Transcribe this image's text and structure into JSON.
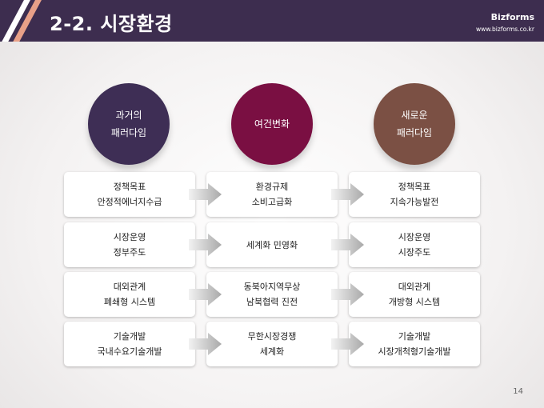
{
  "header": {
    "title": "2-2. 시장환경",
    "brand": "Bizforms",
    "site": "www.bizforms.co.kr"
  },
  "circles": [
    {
      "line1": "과거의",
      "line2": "패러다임",
      "color": "#3e2e55"
    },
    {
      "line1": "여건변화",
      "line2": "",
      "color": "#7a0f42"
    },
    {
      "line1": "새로운",
      "line2": "패러다임",
      "color": "#7b5044"
    }
  ],
  "rows": [
    [
      {
        "line1": "정책목표",
        "line2": "안정적에너지수급"
      },
      {
        "line1": "환경규제",
        "line2": "소비고급화"
      },
      {
        "line1": "정책목표",
        "line2": "지속가능발전"
      }
    ],
    [
      {
        "line1": "시장운영",
        "line2": "정부주도"
      },
      {
        "line1": "세계화 민영화",
        "line2": ""
      },
      {
        "line1": "시장운영",
        "line2": "시장주도"
      }
    ],
    [
      {
        "line1": "대외관계",
        "line2": "폐쇄형 시스템"
      },
      {
        "line1": "동북아지역무상",
        "line2": "남북협력 진전"
      },
      {
        "line1": "대외관계",
        "line2": "개방형 시스템"
      }
    ],
    [
      {
        "line1": "기술개발",
        "line2": "국내수요기술개발"
      },
      {
        "line1": "무한시장경쟁",
        "line2": "세계화"
      },
      {
        "line1": "기술개발",
        "line2": "시장개척형기술개발"
      }
    ]
  ],
  "footer": {
    "page_number": "14"
  }
}
